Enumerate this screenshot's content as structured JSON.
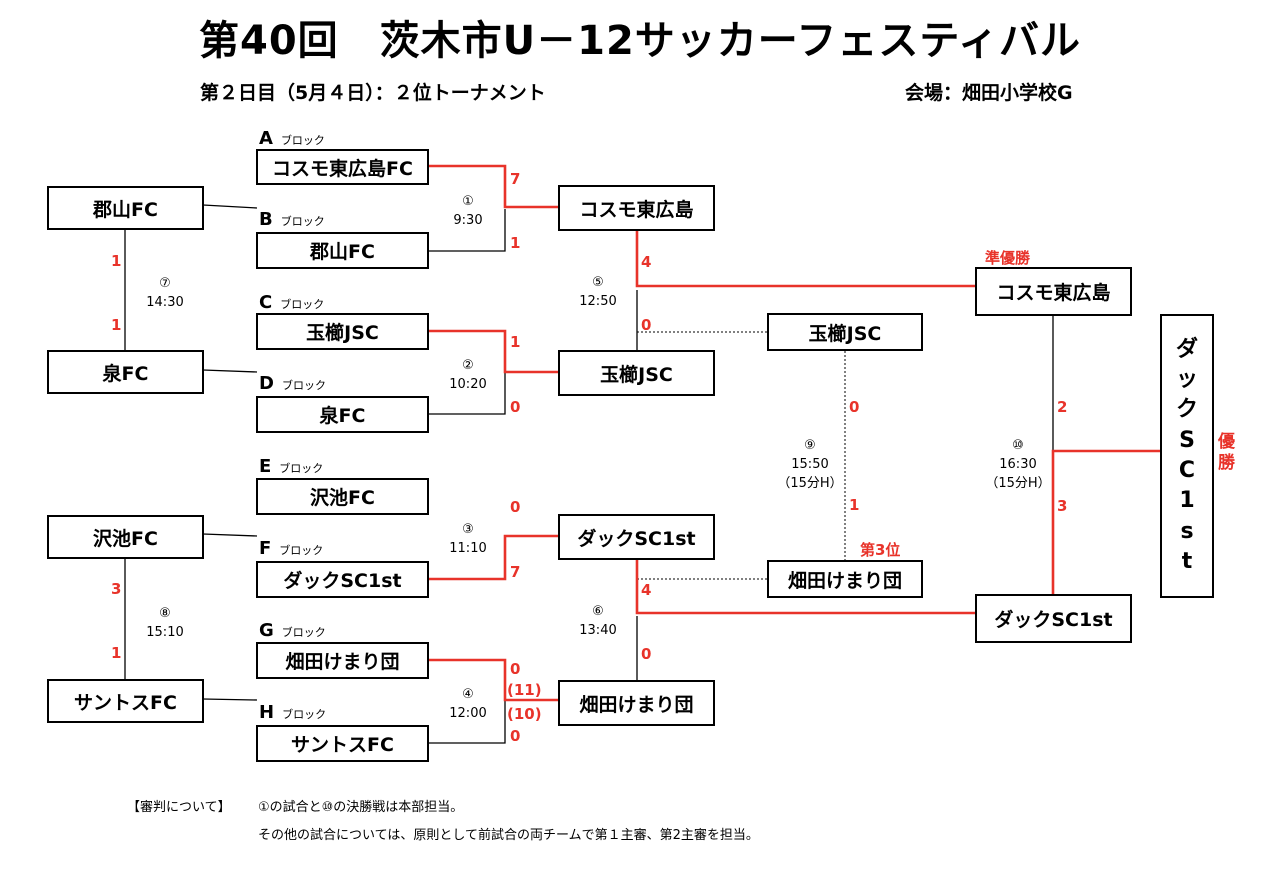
{
  "title": "第40回　茨木市U－12サッカーフェスティバル",
  "subtitle": "第２日目（5月４日）：２位トーナメント",
  "venue": "会場：畑田小学校G",
  "block_suffix": "ブロック",
  "blocks": [
    "A",
    "B",
    "C",
    "D",
    "E",
    "F",
    "G",
    "H"
  ],
  "teams": {
    "a": "コスモ東広島FC",
    "b": "郡山FC",
    "c": "玉櫛JSC",
    "d": "泉FC",
    "e": "沢池FC",
    "f": "ダックSC1st",
    "g": "畑田けまり団",
    "h": "サントスFC"
  },
  "left_teams": [
    "郡山FC",
    "泉FC",
    "沢池FC",
    "サントスFC"
  ],
  "round2": [
    "コスモ東広島",
    "玉櫛JSC",
    "ダックSC1st",
    "畑田けまり団"
  ],
  "third_place_teams": [
    "玉櫛JSC",
    "畑田けまり団"
  ],
  "final_teams": [
    "コスモ東広島",
    "ダックSC1st"
  ],
  "champion_chars": [
    "ダ",
    "ッ",
    "ク",
    "S",
    "C",
    "1",
    "s",
    "t"
  ],
  "awards": {
    "runner_up": "準優勝",
    "third": "第3位",
    "champion_chars": [
      "優",
      "勝"
    ]
  },
  "matches": {
    "m1": {
      "num": "①",
      "time": "9:30"
    },
    "m2": {
      "num": "②",
      "time": "10:20"
    },
    "m3": {
      "num": "③",
      "time": "11:10"
    },
    "m4": {
      "num": "④",
      "time": "12:00"
    },
    "m5": {
      "num": "⑤",
      "time": "12:50"
    },
    "m6": {
      "num": "⑥",
      "time": "13:40"
    },
    "m7": {
      "num": "⑦",
      "time": "14:30"
    },
    "m8": {
      "num": "⑧",
      "time": "15:10"
    },
    "m9": {
      "num": "⑨",
      "time": "15:50",
      "note": "（15分H）"
    },
    "m10": {
      "num": "⑩",
      "time": "16:30",
      "note": "（15分H）"
    }
  },
  "scores": {
    "m1": [
      "7",
      "1"
    ],
    "m2": [
      "1",
      "0"
    ],
    "m3": [
      "0",
      "7"
    ],
    "m4": [
      "0",
      "0"
    ],
    "m4_pk": [
      "(11)",
      "(10)"
    ],
    "m5": [
      "4",
      "0"
    ],
    "m6": [
      "4",
      "0"
    ],
    "m7": [
      "1",
      "1"
    ],
    "m8": [
      "3",
      "1"
    ],
    "m9": [
      "0",
      "1"
    ],
    "m10": [
      "2",
      "3"
    ]
  },
  "notes": {
    "label": "【審判について】",
    "line1": "①の試合と⑩の決勝戦は本部担当。",
    "line2": "その他の試合については、原則として前試合の両チームで第１主審、第2主審を担当。"
  },
  "colors": {
    "winner_line": "#e8332a",
    "line": "#000000",
    "score": "#e8332a"
  }
}
